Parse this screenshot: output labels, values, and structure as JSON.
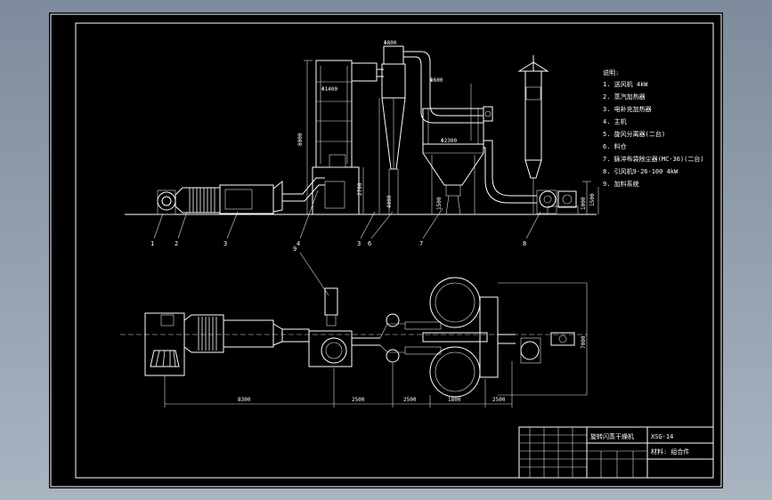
{
  "legend": {
    "title": "说明:",
    "items": [
      "1. 送风机 4kW",
      "2. 蒸汽加热器",
      "3. 电补充加热器",
      "4. 主机",
      "5. 旋风分离器(二台)",
      "6. 料仓",
      "7. 脉冲布袋除尘器(MC-36)(二台)",
      "8. 引风机9-26-100 4kW",
      "9. 加料系统"
    ]
  },
  "elevation": {
    "dims": {
      "d1": "Φ1400",
      "d2": "Φ800",
      "d3": "Φ600",
      "d4": "Φ2300",
      "h1": "8000",
      "h2": "4000",
      "h3": "2700",
      "h4": "1500",
      "h5": "1500",
      "h6": "1000"
    },
    "callouts": [
      "1",
      "2",
      "3",
      "4",
      "3",
      "6",
      "7",
      "8"
    ]
  },
  "plan": {
    "callout": "9",
    "dims": [
      "8300",
      "2500",
      "2500",
      "1800",
      "2500"
    ],
    "side_dim": "7000"
  },
  "title_block": {
    "name": "旋转闪蒸干燥机",
    "code": "XSG-14",
    "material": "材料: 组合件"
  }
}
